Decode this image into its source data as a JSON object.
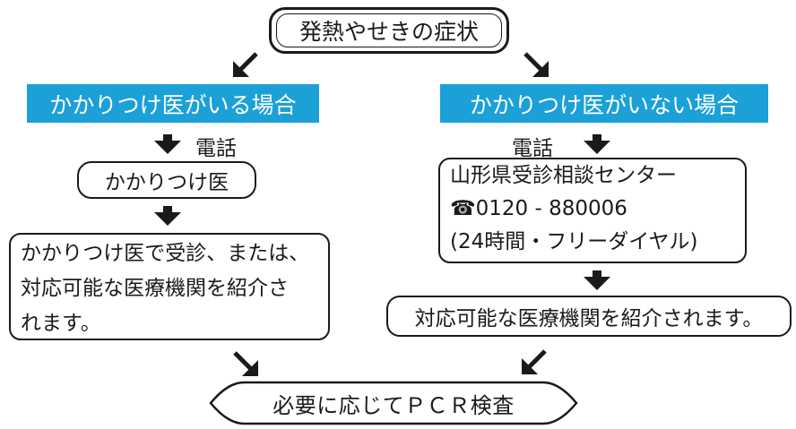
{
  "top": {
    "text": "発熱やせきの症状"
  },
  "left": {
    "banner": "かかりつけ医がいる場合",
    "step_label": "電話",
    "box1": "かかりつけ医",
    "box2_lines": [
      "かかりつけ医で受診、または、",
      "対応可能な医療機関を紹介さ",
      "れます。"
    ]
  },
  "right": {
    "banner": "かかりつけ医がいない場合",
    "step_label": "電話",
    "center_lines": [
      "山形県受診相談センター",
      "☎0120 - 880006",
      "(24時間・フリーダイヤル)"
    ],
    "box2": "対応可能な医療機関を紹介されます。"
  },
  "bottom": {
    "text": "必要に応じてＰＣＲ検査"
  },
  "colors": {
    "banner": "#1ca0d8",
    "ink": "#1a1a1a"
  },
  "icons": {
    "arrow": "arrow-icon",
    "phone": "phone-icon"
  }
}
